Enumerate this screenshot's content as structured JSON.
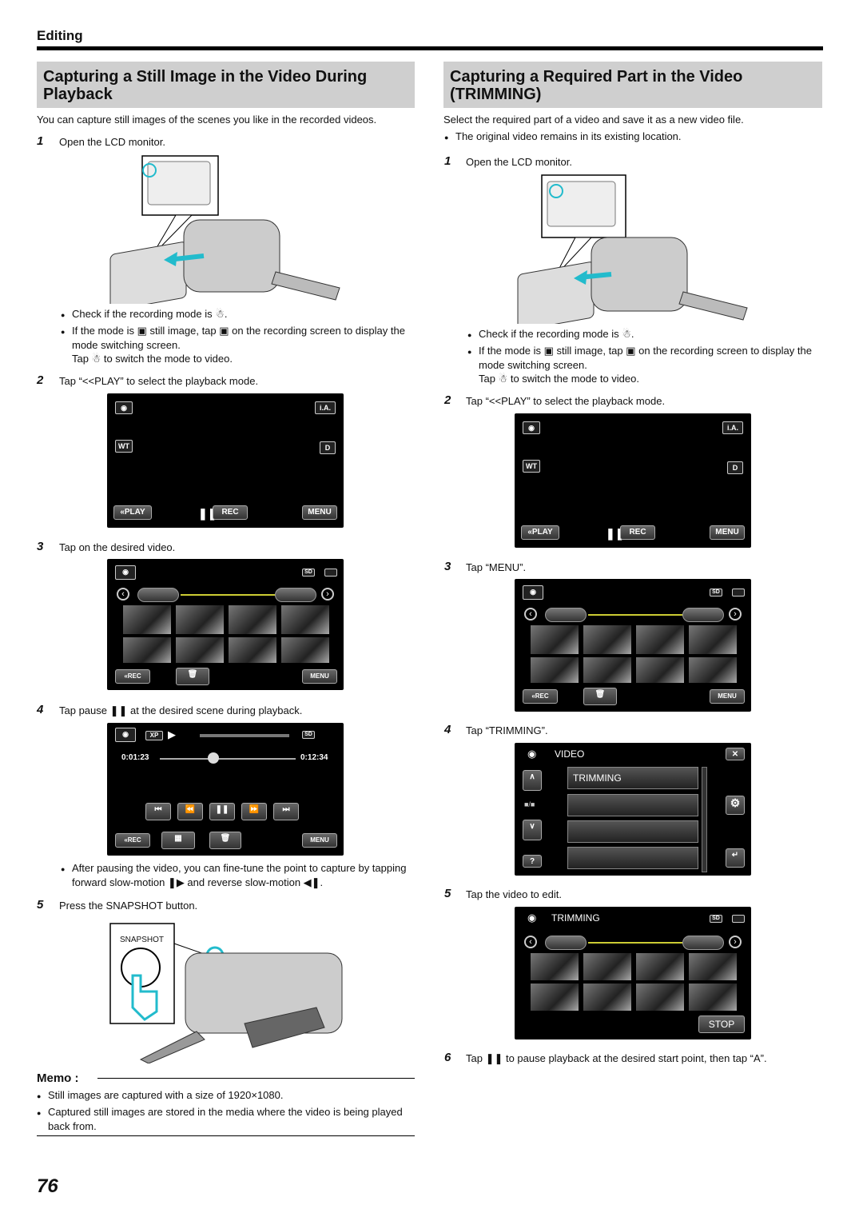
{
  "section": "Editing",
  "left": {
    "title": "Capturing a Still Image in the Video During Playback",
    "intro": "You can capture still images of the scenes you like in the recorded videos.",
    "step1": {
      "num": "1",
      "text": "Open the LCD monitor."
    },
    "bullets1": [
      "Check if the recording mode is ☃.",
      "If the mode is ▣ still image, tap ▣ on the recording screen to display the mode switching screen."
    ],
    "tap_line": "Tap ☃ to switch the mode to video.",
    "step2": {
      "num": "2",
      "text": "Tap “<<PLAY” to select the playback mode."
    },
    "step3": {
      "num": "3",
      "text": "Tap on the desired video."
    },
    "step4": {
      "num": "4",
      "text": "Tap pause ❚❚ at the desired scene during playback."
    },
    "bullet4": "After pausing the video, you can fine-tune the point to capture by tapping forward slow-motion ❚▶ and reverse slow-motion ◀❚.",
    "step5": {
      "num": "5",
      "text": "Press the SNAPSHOT button."
    },
    "snapshot_label": "SNAPSHOT",
    "memo": {
      "title": "Memo :",
      "items": [
        "Still images are captured with a size of 1920×1080.",
        "Captured still images are stored in the media where the video is being played back from."
      ]
    }
  },
  "right": {
    "title": "Capturing a Required Part in the Video (TRIMMING)",
    "intro": "Select the required part of a video and save it as a new video file.",
    "intro_bullet": "The original video remains in its existing location.",
    "step1": {
      "num": "1",
      "text": "Open the LCD monitor."
    },
    "bullets1": [
      "Check if the recording mode is ☃.",
      "If the mode is ▣ still image, tap ▣ on the recording screen to display the mode switching screen."
    ],
    "tap_line": "Tap ☃ to switch the mode to video.",
    "step2": {
      "num": "2",
      "text": "Tap “<<PLAY” to select the playback mode."
    },
    "step3": {
      "num": "3",
      "text": "Tap “MENU”."
    },
    "step4": {
      "num": "4",
      "text": "Tap “TRIMMING”."
    },
    "step5": {
      "num": "5",
      "text": "Tap the video to edit."
    },
    "step6": {
      "num": "6",
      "text": "Tap ❚❚ to pause playback at the desired start point, then tap “A”."
    }
  },
  "screens": {
    "rec": {
      "play": "«PLAY",
      "rec": "REC",
      "menu": "MENU",
      "ia": "i.A.",
      "wt": "WT",
      "d": "D"
    },
    "index": {
      "rec": "«REC",
      "menu": "MENU",
      "sd": "SD"
    },
    "playback": {
      "time_current": "0:01:23",
      "time_total": "0:12:34",
      "xp": "XP",
      "rec": "«REC",
      "menu": "MENU",
      "sd": "SD"
    },
    "menu": {
      "video": "VIDEO",
      "trimming": "TRIMMING",
      "help": "?"
    },
    "trim_index": {
      "title": "TRIMMING",
      "stop": "STOP",
      "sd": "SD"
    }
  },
  "page_number": "76"
}
